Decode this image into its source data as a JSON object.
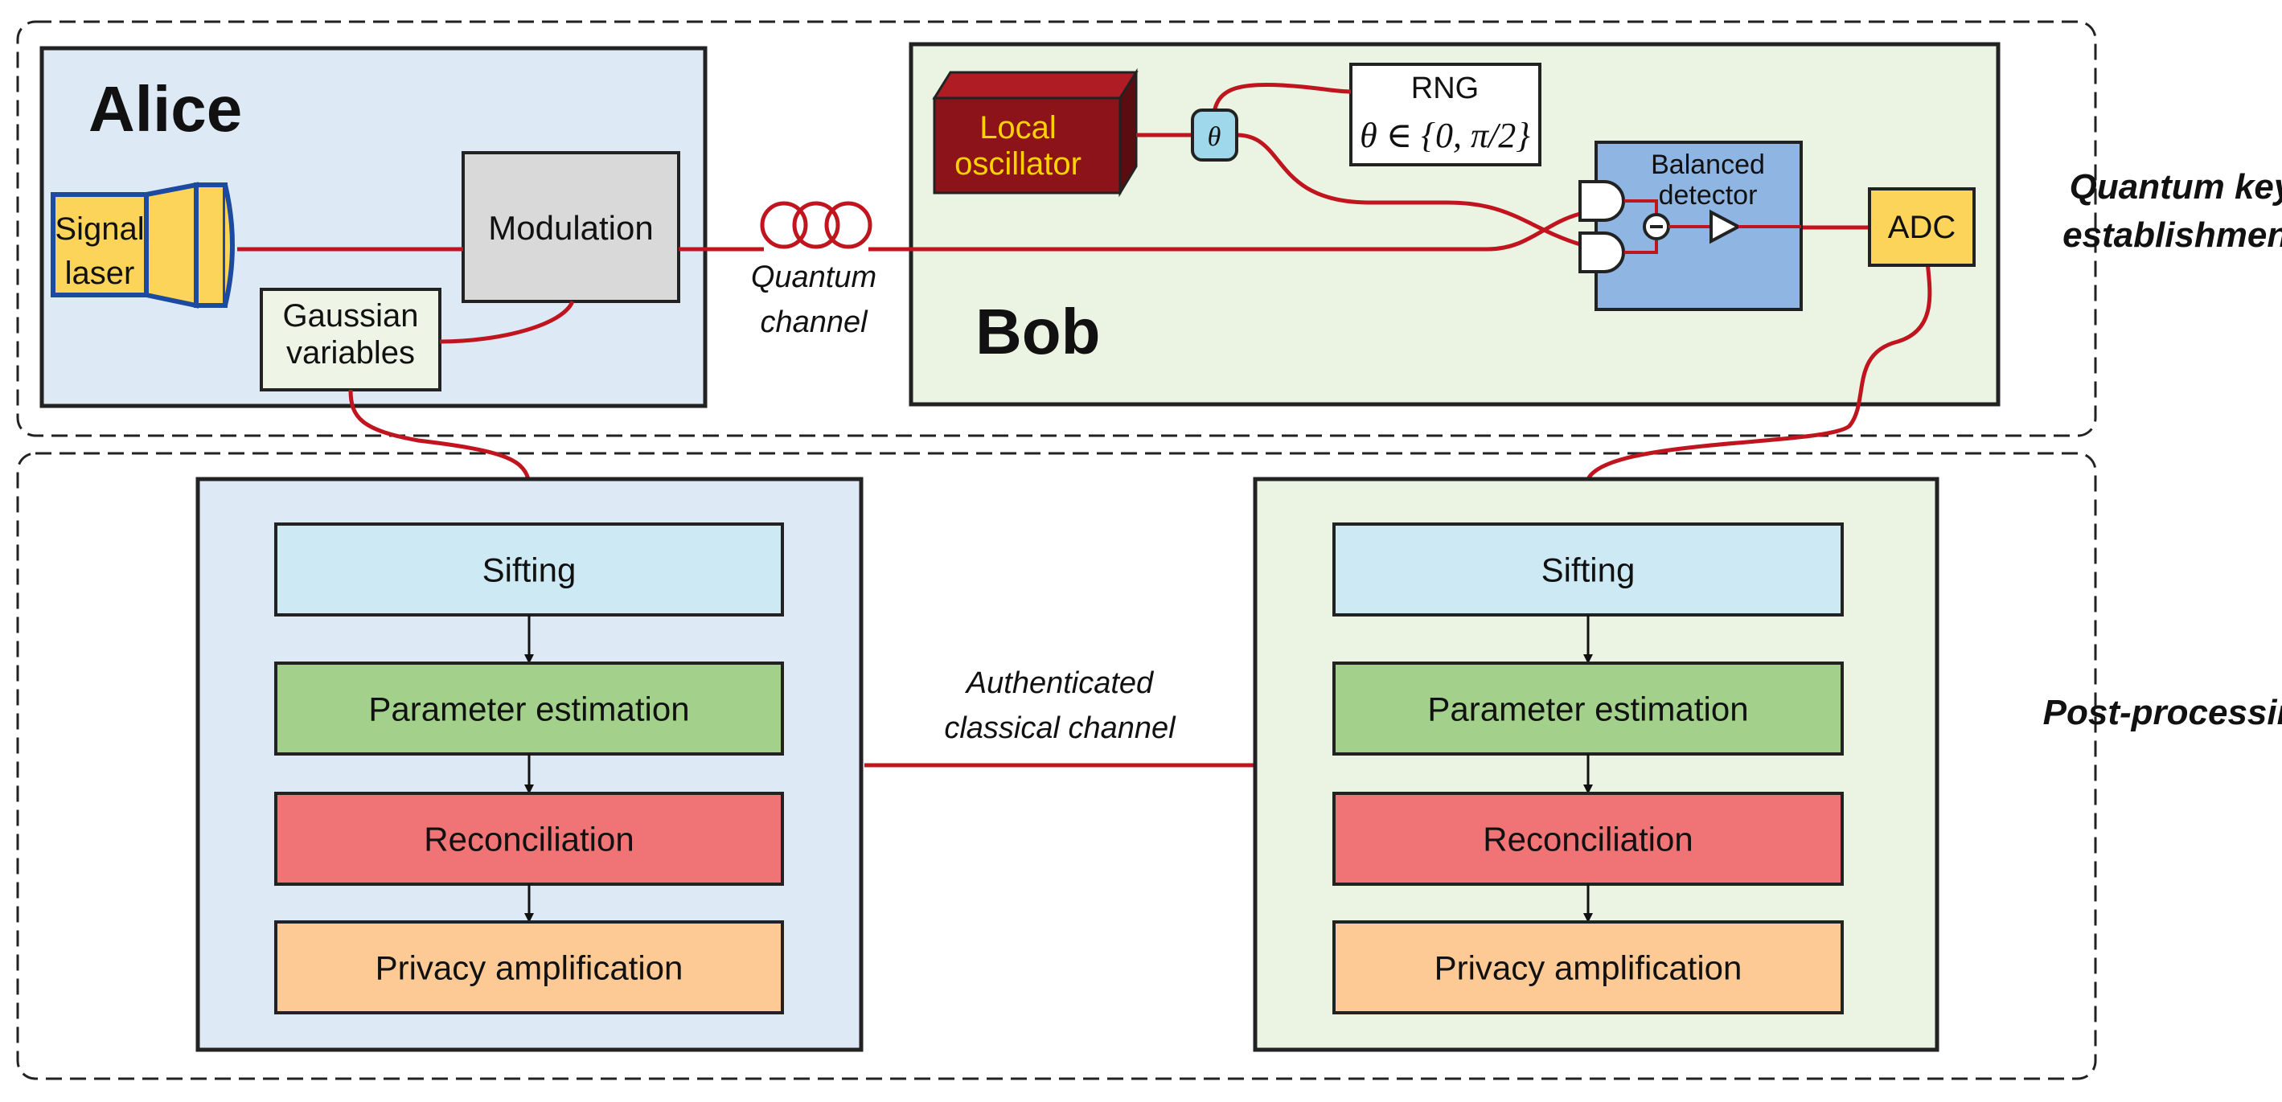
{
  "colors": {
    "fiber": "#c0141e",
    "alice_panel": "#dde9f4",
    "bob_panel": "#ebf3e2",
    "sifting": "#cdeaf4",
    "parameter_estimation": "#a3d18b",
    "reconciliation": "#f07375",
    "privacy_amplification": "#fdca95",
    "detector": "#8fb5e3",
    "adc": "#fdd45a",
    "local_oscillator": "#8b1319",
    "local_oscillator_text": "#ffd200",
    "signal_laser": "#fdd45a",
    "phase_modulator": "#9fd8ea"
  },
  "regions": {
    "quantum_label_line1": "Quantum key",
    "quantum_label_line2": "establishment",
    "post_label": "Post-processing"
  },
  "alice": {
    "title": "Alice",
    "signal_laser_line1": "Signal",
    "signal_laser_line2": "laser",
    "modulation": "Modulation",
    "gaussian_line1": "Gaussian",
    "gaussian_line2": "variables"
  },
  "bob": {
    "title": "Bob",
    "local_oscillator_line1": "Local",
    "local_oscillator_line2": "oscillator",
    "phase_symbol": "θ",
    "rng_title": "RNG",
    "rng_formula": "θ ∈ {0, π/2}",
    "detector_line1": "Balanced",
    "detector_line2": "detector",
    "adc": "ADC"
  },
  "channels": {
    "quantum_line1": "Quantum",
    "quantum_line2": "channel",
    "classical_line1": "Authenticated",
    "classical_line2": "classical channel"
  },
  "post_processing_steps": [
    "Sifting",
    "Parameter estimation",
    "Reconciliation",
    "Privacy amplification"
  ]
}
